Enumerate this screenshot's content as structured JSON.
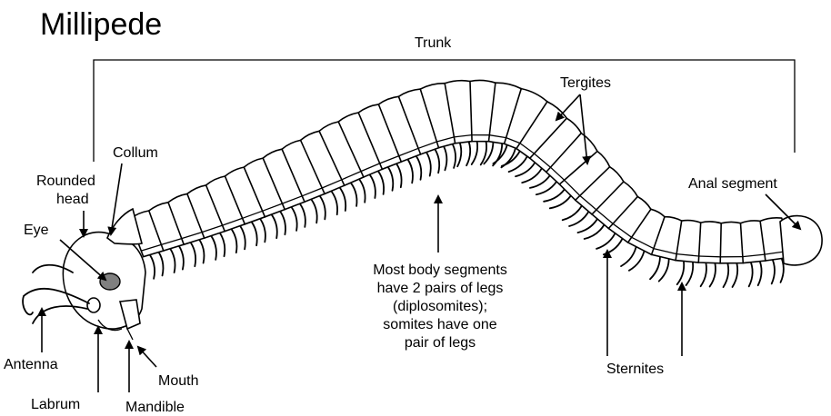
{
  "title": "Millipede",
  "labels": {
    "trunk": "Trunk",
    "tergites": "Tergites",
    "collum": "Collum",
    "rounded_head_1": "Rounded",
    "rounded_head_2": "head",
    "eye": "Eye",
    "anal_segment": "Anal segment",
    "antenna": "Antenna",
    "labrum": "Labrum",
    "mandible": "Mandible",
    "mouth": "Mouth",
    "sternites": "Sternites"
  },
  "note": [
    "Most body segments",
    "have 2 pairs of legs",
    "(diplosomites);",
    "somites have one",
    "pair of legs"
  ],
  "colors": {
    "ink": "#000000",
    "background": "#ffffff",
    "eye": "#808080"
  }
}
